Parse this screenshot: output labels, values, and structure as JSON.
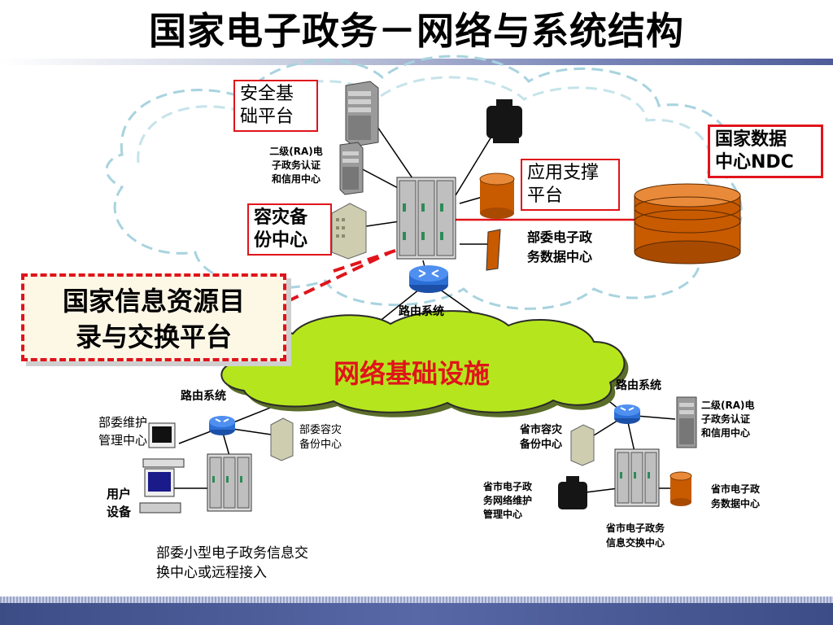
{
  "title": "国家电子政务－网络与系统结构",
  "labels": {
    "security_platform": "安全基\n础平台",
    "ra_center_top": "二级(RA)电\n子政务认证\n和信用中心",
    "disaster_backup": "容灾备\n份中心",
    "app_support": "应用支撑\n平台",
    "national_data_center": "国家数据\n中心NDC",
    "ministry_data_center": "部委电子政\n务数据中心",
    "catalog_exchange": "国家信息资源目\n录与交换平台",
    "router_top": "路由系统",
    "network_infra": "网络基础设施",
    "router_left": "路由系统",
    "router_right": "路由系统",
    "ministry_maintenance": "部委维护\n管理中心",
    "ministry_backup": "部委容灾\n备份中心",
    "user_device": "用户\n设备",
    "ministry_small_exchange": "部委小型电子政务信息交\n换中心或远程接入",
    "province_backup": "省市容灾\n备份中心",
    "ra_center_right": "二级(RA)电\n子政务认证\n和信用中心",
    "province_net_maintenance": "省市电子政\n务网络维护\n管理中心",
    "province_data_center": "省市电子政\n务数据中心",
    "province_exchange": "省市电子政务\n信息交换中心"
  },
  "colors": {
    "accent_red": "#e0141b",
    "cloud_green": "#b5e61d",
    "data_cylinder": "#c85a00",
    "router_blue": "#2b6fd6"
  },
  "icons": [
    "server-tower-icon",
    "rack-server-icon",
    "building-icon",
    "router-icon",
    "database-cylinder-icon",
    "computer-icon",
    "printer-icon"
  ]
}
